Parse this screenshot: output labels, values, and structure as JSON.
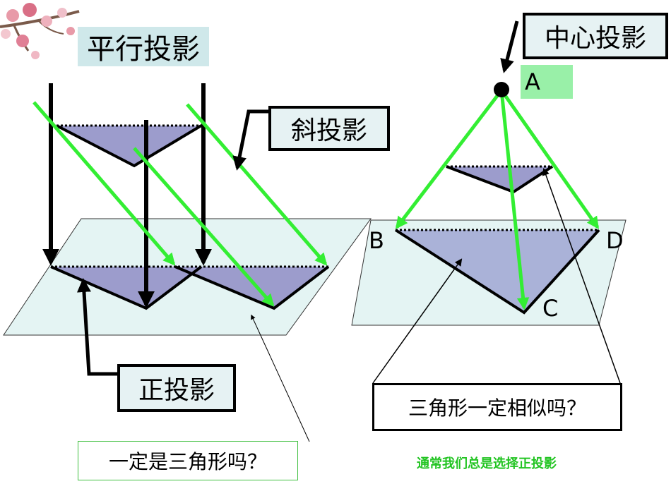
{
  "labels": {
    "parallel_projection": "平行投影",
    "central_projection": "中心投影",
    "oblique_projection": "斜投影",
    "orthographic_projection": "正投影"
  },
  "points": {
    "a": "A",
    "b": "B",
    "c": "C",
    "d": "D"
  },
  "questions": {
    "is_triangle": "一定是三角形吗？",
    "is_similar": "三角形一定相似吗？"
  },
  "note": "通常我们总是选择正投影",
  "colors": {
    "plane_fill": "#e4f4f3",
    "triangle_fill": "#9c9ccc",
    "ray_green": "#33ee33",
    "title_bg": "#cfe8ea",
    "point_label_bg": "#99f0a8",
    "note_text": "#22c422"
  }
}
